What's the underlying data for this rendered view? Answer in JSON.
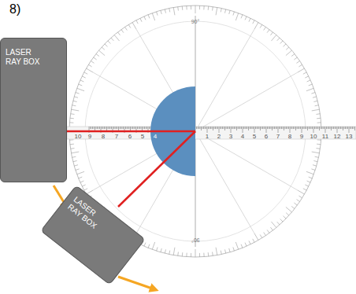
{
  "diagram": {
    "nodes": [
      {
        "text": [
          "LASER RAY BOX"
        ]
      },
      {
        "text": [
          "LASER RAY BOX"
        ]
      }
    ],
    "labels": [
      "8)",
      "90°",
      "90°",
      "10",
      "9",
      "8",
      "7",
      "6",
      "5",
      "4",
      "1",
      "2",
      "3",
      "4",
      "5",
      "6",
      "7",
      "8",
      "9",
      "10",
      "11",
      "12",
      "13"
    ]
  }
}
